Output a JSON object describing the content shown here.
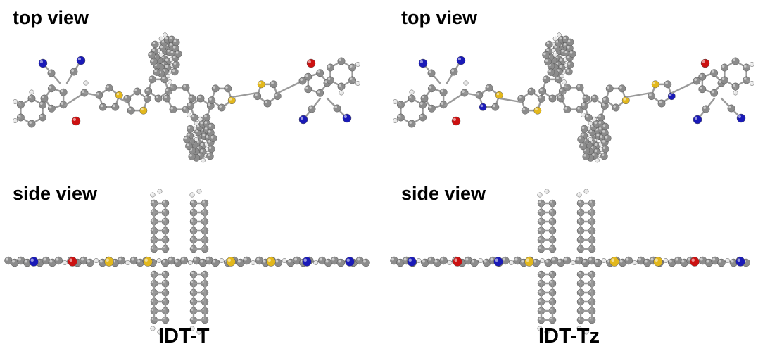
{
  "labels": {
    "top_view": "top view",
    "side_view": "side view"
  },
  "molecules": [
    {
      "name": "IDT-T"
    },
    {
      "name": "IDT-Tz"
    }
  ],
  "atom_colors": {
    "carbon": "#8c8c8c",
    "hydrogen": "#e8e8e8",
    "sulfur": "#e3b81c",
    "nitrogen": "#1a1ab8",
    "oxygen": "#cc1111",
    "bond": "#9a9a9a"
  }
}
